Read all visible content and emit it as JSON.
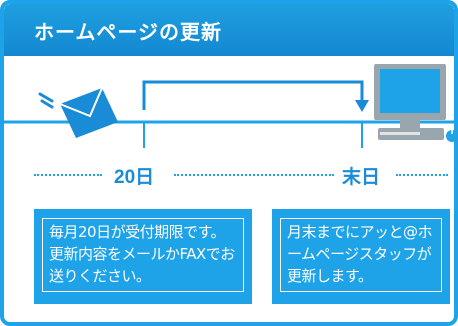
{
  "header": {
    "title": "ホームページの更新"
  },
  "timeline": {
    "start_label": "20日",
    "end_label": "末日"
  },
  "notes": {
    "left": "毎月20日が受付期限です。更新内容をメールかFAXでお送りください。",
    "right": "月末までにアッと@ホームページスタッフが更新します。"
  },
  "colors": {
    "accent": "#1ea3e8",
    "header": "#1388d1",
    "envelope": "#1a8bd6",
    "computer": "#9aa6ad"
  },
  "icons": [
    "envelope-icon",
    "computer-icon",
    "arrow-down-icon"
  ]
}
